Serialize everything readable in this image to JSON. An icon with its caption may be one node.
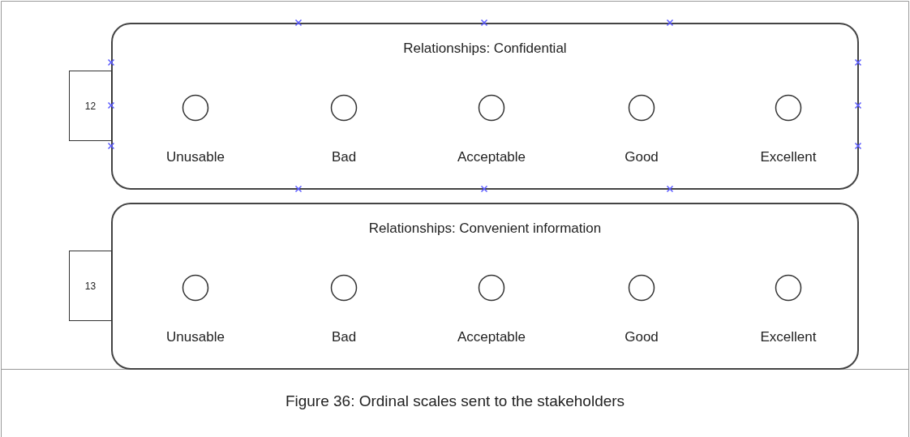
{
  "diagram": {
    "caption": "Figure 36: Ordinal scales sent to the stakeholders",
    "nodes": [
      {
        "text": [
          "12"
        ]
      },
      {
        "text": [
          "Relationships: Confidential"
        ]
      },
      {
        "text": [],
        "shape": "circle",
        "in": 1,
        "beside": [
          "Unusable"
        ]
      },
      {
        "text": [],
        "shape": "circle",
        "in": 1,
        "beside": [
          "Bad"
        ]
      },
      {
        "text": [],
        "shape": "circle",
        "in": 1,
        "beside": [
          "Acceptable"
        ]
      },
      {
        "text": [],
        "shape": "circle",
        "in": 1,
        "beside": [
          "Good"
        ]
      },
      {
        "text": [],
        "shape": "circle",
        "in": 1,
        "beside": [
          "Excellent"
        ]
      },
      {
        "text": [
          "13"
        ]
      },
      {
        "text": [
          "Relationships: Convenient information"
        ]
      },
      {
        "text": [],
        "shape": "circle",
        "in": 8,
        "beside": [
          "Unusable"
        ]
      },
      {
        "text": [],
        "shape": "circle",
        "in": 8,
        "beside": [
          "Bad"
        ]
      },
      {
        "text": [],
        "shape": "circle",
        "in": 8,
        "beside": [
          "Acceptable"
        ]
      },
      {
        "text": [],
        "shape": "circle",
        "in": 8,
        "beside": [
          "Good"
        ]
      },
      {
        "text": [],
        "shape": "circle",
        "in": 8,
        "beside": [
          "Excellent"
        ]
      }
    ]
  }
}
